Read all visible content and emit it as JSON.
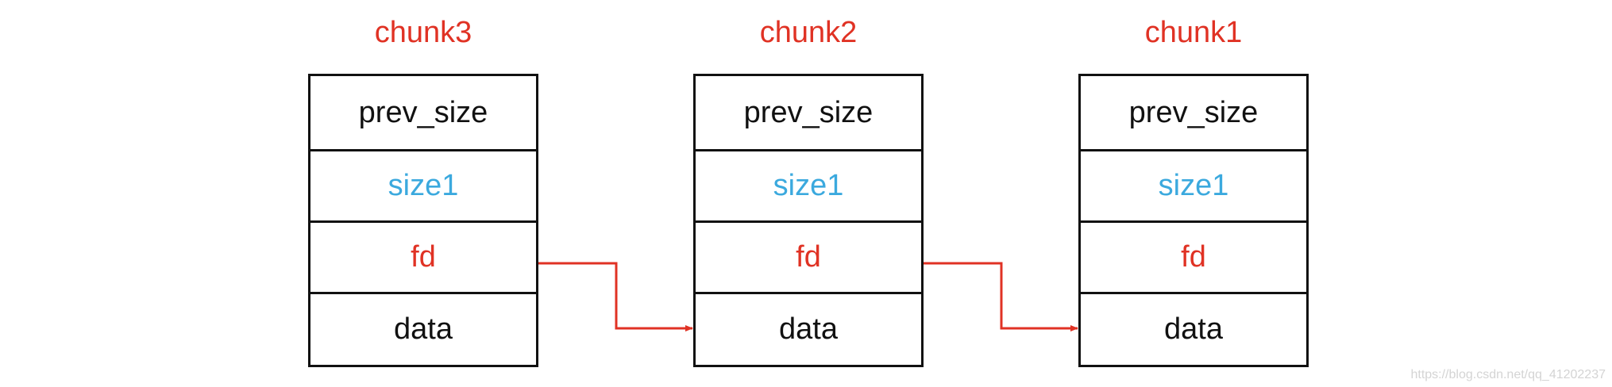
{
  "colors": {
    "title": "#e03224",
    "size_field": "#3ba9de",
    "fd_field": "#e03224",
    "pointer_arrow": "#e03224",
    "border": "#111111"
  },
  "chunks": [
    {
      "title": "chunk3",
      "fields": [
        "prev_size",
        "size1",
        "fd",
        "data"
      ]
    },
    {
      "title": "chunk2",
      "fields": [
        "prev_size",
        "size1",
        "fd",
        "data"
      ]
    },
    {
      "title": "chunk1",
      "fields": [
        "prev_size",
        "size1",
        "fd",
        "data"
      ]
    }
  ],
  "links": [
    {
      "from": "chunk3.fd",
      "to": "chunk2.data"
    },
    {
      "from": "chunk2.fd",
      "to": "chunk1.data"
    }
  ],
  "watermark": "https://blog.csdn.net/qq_41202237"
}
